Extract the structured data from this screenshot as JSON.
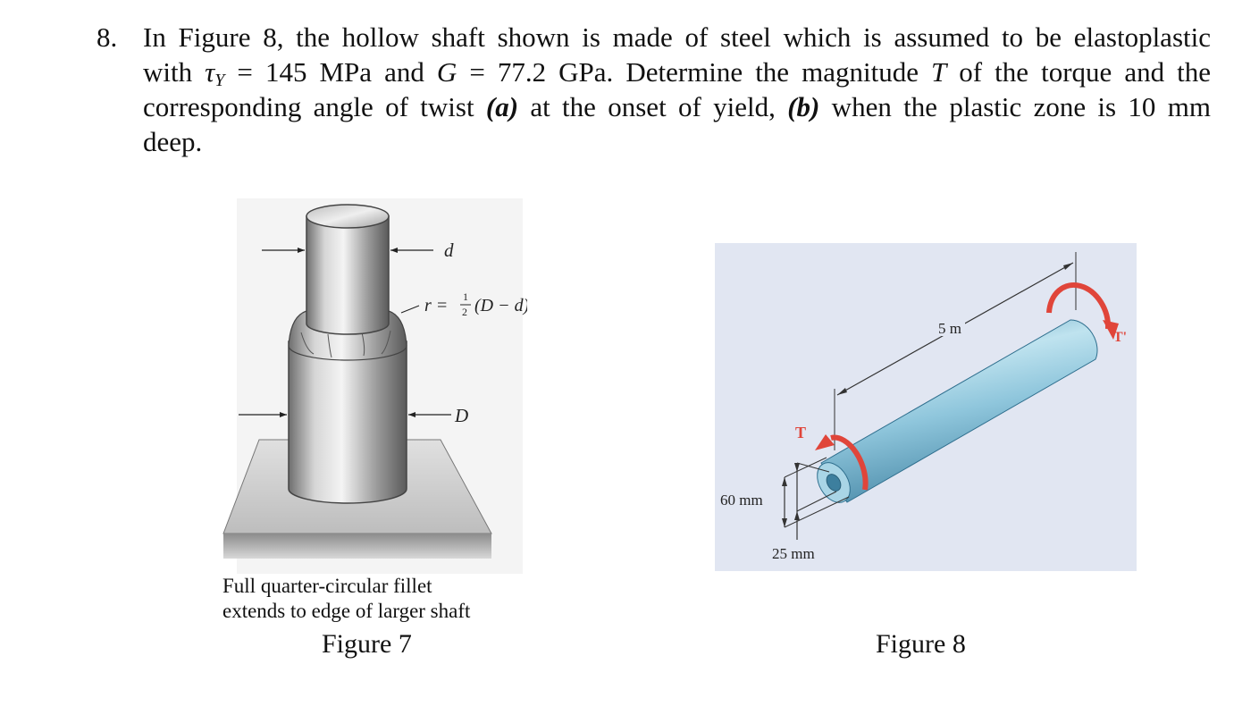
{
  "problem": {
    "number": "8.",
    "line1": "In Figure 8, the hollow shaft shown is made of steel which is assumed to be elastoplastic",
    "line2_prefix": "with ",
    "tau_symbol": "τ",
    "tau_sub": "Y",
    "line2_mid": " = 145 MPa and ",
    "G_symbol": "G",
    "line2_mid2": " = 77.2 GPa. Determine the magnitude ",
    "T_symbol": "T",
    "line2_suffix": " of the torque and the",
    "line3_prefix": "corresponding angle of twist ",
    "part_a": "(a)",
    "line3_mid": " at the onset of yield, ",
    "part_b": "(b)",
    "line3_suffix": " when the plastic zone is 10 mm",
    "line4": "deep."
  },
  "figure7": {
    "label_d": "d",
    "label_D": "D",
    "fillet_r": "r =",
    "fillet_num": "1",
    "fillet_den": "2",
    "fillet_rest": "(D − d)",
    "caption_line1": "Full quarter-circular fillet",
    "caption_line2": "extends to edge of larger shaft",
    "label": "Figure 7"
  },
  "figure8": {
    "length": "5 m",
    "outer_dim": "60 mm",
    "inner_dim": "25 mm",
    "torque_T": "T",
    "torque_Tprime": "T'",
    "label": "Figure 8",
    "colors": {
      "shaft": "#8fc6dc",
      "arrow": "#e0453a",
      "background": "#e1e6f2"
    }
  }
}
